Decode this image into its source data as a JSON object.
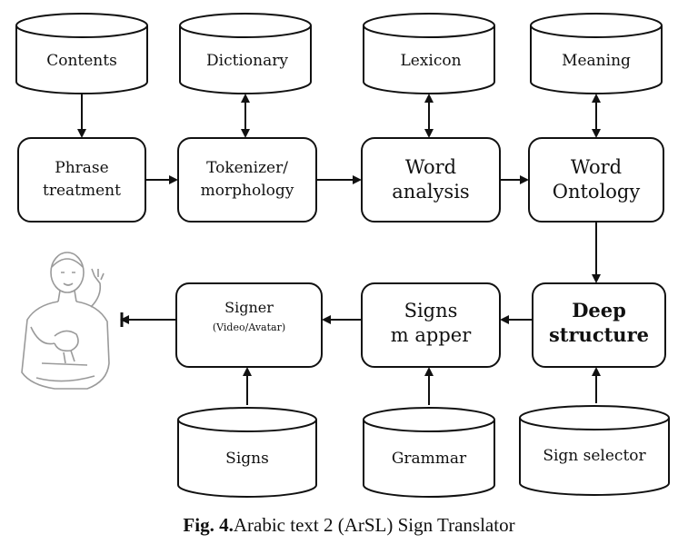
{
  "databases": {
    "contents": "Contents",
    "dictionary": "Dictionary",
    "lexicon": "Lexicon",
    "meaning": "Meaning",
    "signs": "Signs",
    "grammar": "Grammar",
    "sign_selector": "Sign selector"
  },
  "processes": {
    "phrase_treatment": [
      "Phrase",
      "treatment"
    ],
    "tokenizer": [
      "Tokenizer/",
      "morphology"
    ],
    "word_analysis": [
      "Word",
      "analysis"
    ],
    "word_ontology": [
      "Word",
      "Ontology"
    ],
    "deep_structure": [
      "Deep",
      "structure"
    ],
    "signs_mapper": [
      "Signs",
      "m apper"
    ],
    "signer": [
      "Signer",
      "(Video/Avatar)"
    ]
  },
  "caption": {
    "label": "Fig. 4.",
    "text": "Arabic text 2 (ArSL) Sign  Translator"
  },
  "colors": {
    "stroke": "#111111",
    "fill": "#ffffff",
    "signer_figure": "#9a9a9a"
  }
}
